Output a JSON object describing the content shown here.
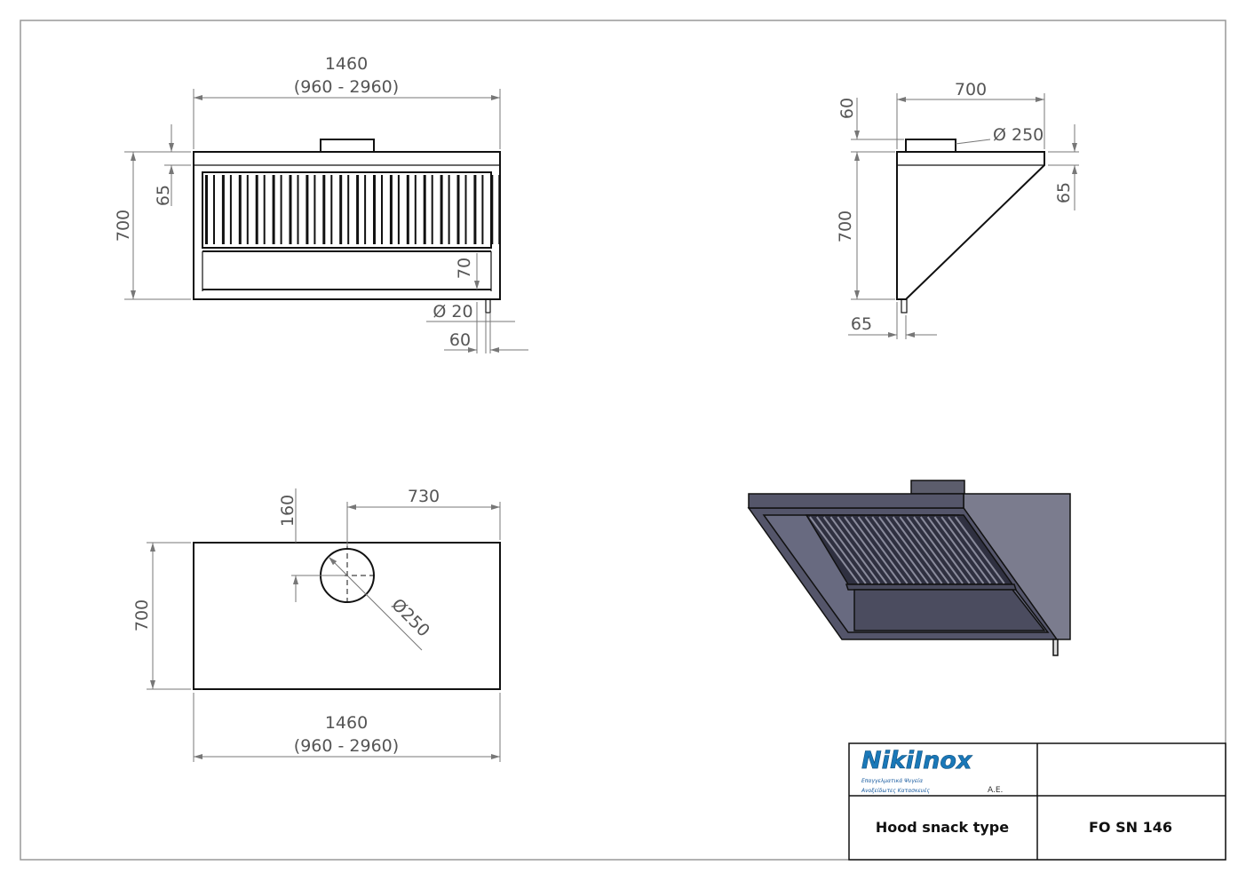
{
  "front_view": {
    "width": "1460",
    "width_range": "(960 - 2960)",
    "height": "700",
    "top_band": "65",
    "bottom_band": "70",
    "drain_diameter": "Ø 20",
    "drain_offset": "60"
  },
  "side_view": {
    "depth": "700",
    "collar_height": "60",
    "collar_diameter": "Ø 250",
    "height": "700",
    "front_band": "65",
    "drain_offset": "65"
  },
  "top_view": {
    "collar_offset_x": "730",
    "collar_offset_y": "160",
    "depth": "700",
    "collar_diameter": "Ø250",
    "width": "1460",
    "width_range": "(960 - 2960)"
  },
  "title_block": {
    "logo": {
      "brand": "NikiInox",
      "suffix": "A.E.",
      "tagline_1": "Επαγγελματικά Ψυγεία",
      "tagline_2": "Ανοξείδωτες Κατασκευές",
      "color": "#1a78b8"
    },
    "product_name": "Hood snack type",
    "product_code": "FO SN 146"
  }
}
